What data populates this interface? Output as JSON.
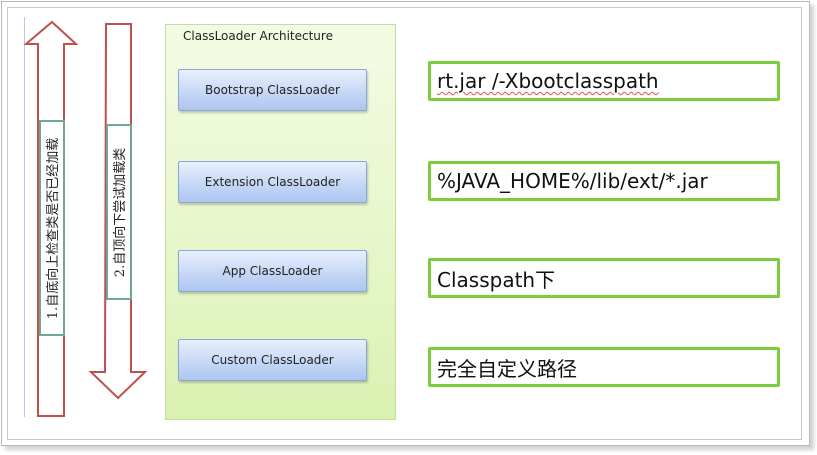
{
  "diagram": {
    "title": "ClassLoader Architecture",
    "arrows": [
      {
        "direction": "up",
        "label": "1.自底向上检查类是否已经加载"
      },
      {
        "direction": "down",
        "label": "2.自顶向下尝试加载类"
      }
    ],
    "loaders": [
      {
        "name": "Bootstrap ClassLoader",
        "path": "rt.jar /-Xbootclasspath"
      },
      {
        "name": "Extension ClassLoader",
        "path": "%JAVA_HOME%/lib/ext/*.jar"
      },
      {
        "name": "App ClassLoader",
        "path": "Classpath下"
      },
      {
        "name": "Custom ClassLoader",
        "path": "完全自定义路径"
      }
    ],
    "colors": {
      "arrow_outline": "#c0504d",
      "label_border": "#6fa890",
      "panel_fill": "#e6f6c8",
      "loader_fill": "#c7d8f6",
      "path_border": "#7ccc3c"
    }
  }
}
